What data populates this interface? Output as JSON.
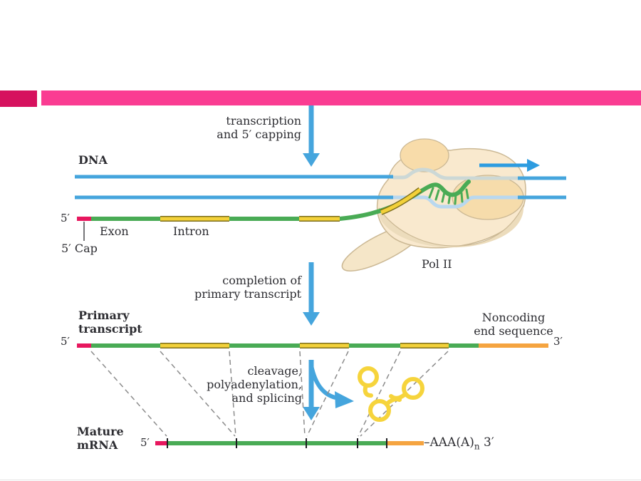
{
  "slide": {
    "step1_label": "transcription\nand 5′ capping",
    "step2_label": "completion of\nprimary transcript",
    "step3_label": "cleavage,\npolyadenylation,\nand splicing",
    "dna_label": "DNA",
    "polymerase_label": "Pol II"
  },
  "transcript_top": {
    "five_prime": "5′",
    "exon_label": "Exon",
    "intron_label": "Intron",
    "cap_label": "5′ Cap"
  },
  "primary": {
    "label": "Primary\ntranscript",
    "five_prime": "5′",
    "three_prime": "3′",
    "noncoding_label": "Noncoding\nend sequence"
  },
  "mature": {
    "label": "Mature\nmRNA",
    "five_prime": "5′",
    "tail_prefix": "–AAA(A)",
    "tail_sub": "n",
    "tail_suffix": " 3′"
  },
  "colors": {
    "header_accent": "#d6115e",
    "header_bar": "#fa3c92",
    "dna_blue": "#45a5dd",
    "light_blue_strand": "#b9d8ef",
    "light_gray_strand": "#ccd8d6",
    "rna_green": "#49ab55",
    "intron_yellow": "#f3d139",
    "intron_casing": "#7d6e1d",
    "noncoding_orange": "#f5a440",
    "cap_red": "#e7175e",
    "polymerase_tan": "#f9e9ce",
    "polymerase_shade": "#ecdcbc",
    "dashed_gray": "#8c8c8c"
  }
}
